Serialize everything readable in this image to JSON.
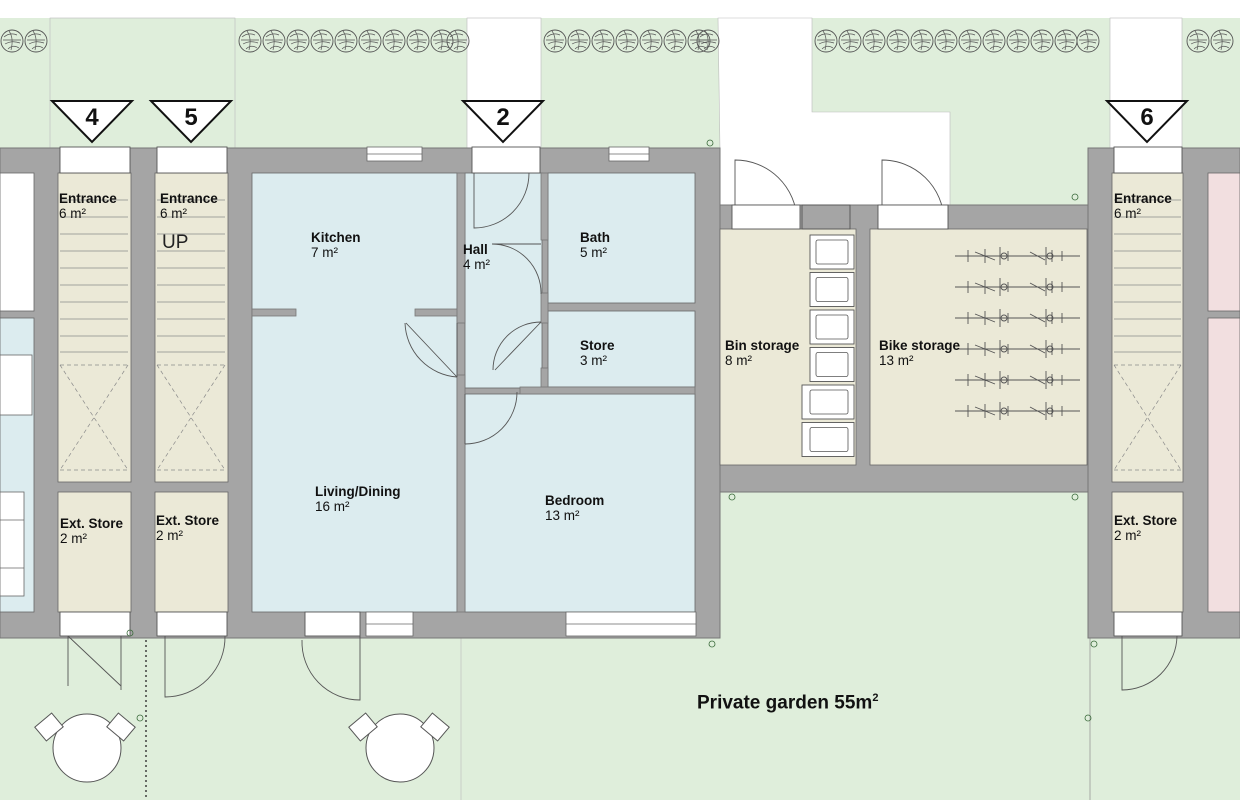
{
  "colors": {
    "wall": "#a5a5a5",
    "wall_stroke": "#777777",
    "flat_room": "#dcecef",
    "ancillary_room": "#ebe9d7",
    "landscape": "#dfeedb",
    "paving": "#ffffff",
    "neighbour_pink": "#f2dfe0",
    "shrub_stroke": "#555555"
  },
  "section_markers": [
    {
      "id": "4",
      "label": "4"
    },
    {
      "id": "5",
      "label": "5"
    },
    {
      "id": "2",
      "label": "2"
    },
    {
      "id": "6",
      "label": "6"
    }
  ],
  "rooms": {
    "entrance_a": {
      "name": "Entrance",
      "area": "6 m²"
    },
    "entrance_b": {
      "name": "Entrance",
      "area": "6 m²"
    },
    "entrance_c": {
      "name": "Entrance",
      "area": "6 m²"
    },
    "ext_store_a": {
      "name": "Ext. Store",
      "area": "2 m²"
    },
    "ext_store_b": {
      "name": "Ext. Store",
      "area": "2 m²"
    },
    "ext_store_c": {
      "name": "Ext. Store",
      "area": "2 m²"
    },
    "kitchen": {
      "name": "Kitchen",
      "area": "7 m²"
    },
    "hall": {
      "name": "Hall",
      "area": "4 m²"
    },
    "bath": {
      "name": "Bath",
      "area": "5 m²"
    },
    "store": {
      "name": "Store",
      "area": "3 m²"
    },
    "living_dining": {
      "name": "Living/Dining",
      "area": "16 m²"
    },
    "bedroom": {
      "name": "Bedroom",
      "area": "13 m²"
    },
    "bin_storage": {
      "name": "Bin storage",
      "area": "8 m²"
    },
    "bike_storage": {
      "name": "Bike storage",
      "area": "13 m²"
    }
  },
  "stair_label": "UP",
  "garden": {
    "label": "Private garden 55m",
    "sup": "2"
  },
  "bin_count": 6,
  "bike_count": 6
}
